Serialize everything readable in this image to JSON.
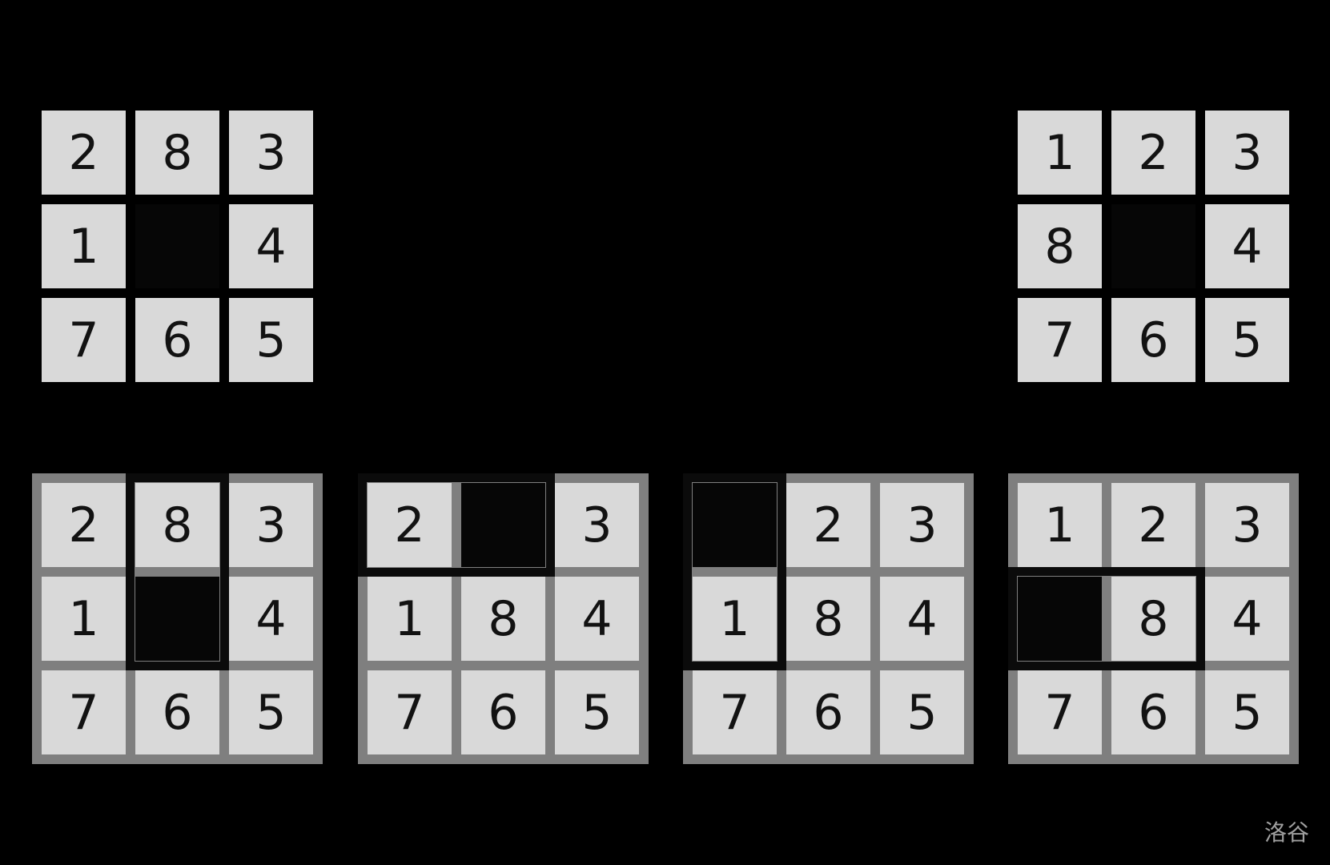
{
  "colors": {
    "background": "#000000",
    "tile": "#d9d9d9",
    "tile_text": "#121212",
    "panel": "#7f7f7f",
    "blank_tile": "#060606",
    "highlight_border": "#0b0b0b",
    "watermark_text": "#a0a0a0"
  },
  "top_row": {
    "initial": {
      "rows": [
        [
          "2",
          "8",
          "3"
        ],
        [
          "1",
          "",
          "4"
        ],
        [
          "7",
          "6",
          "5"
        ]
      ]
    },
    "goal": {
      "rows": [
        [
          "1",
          "2",
          "3"
        ],
        [
          "8",
          "",
          "4"
        ],
        [
          "7",
          "6",
          "5"
        ]
      ]
    }
  },
  "bottom_row": {
    "states": [
      {
        "rows": [
          [
            "2",
            "8",
            "3"
          ],
          [
            "1",
            "",
            "4"
          ],
          [
            "7",
            "6",
            "5"
          ]
        ],
        "highlight_cells": [
          [
            0,
            1
          ],
          [
            1,
            1
          ]
        ]
      },
      {
        "rows": [
          [
            "2",
            "",
            "3"
          ],
          [
            "1",
            "8",
            "4"
          ],
          [
            "7",
            "6",
            "5"
          ]
        ],
        "highlight_cells": [
          [
            0,
            0
          ],
          [
            0,
            1
          ]
        ]
      },
      {
        "rows": [
          [
            "",
            "2",
            "3"
          ],
          [
            "1",
            "8",
            "4"
          ],
          [
            "7",
            "6",
            "5"
          ]
        ],
        "highlight_cells": [
          [
            0,
            0
          ],
          [
            1,
            0
          ]
        ]
      },
      {
        "rows": [
          [
            "1",
            "2",
            "3"
          ],
          [
            "",
            "8",
            "4"
          ],
          [
            "7",
            "6",
            "5"
          ]
        ],
        "highlight_cells": [
          [
            1,
            0
          ],
          [
            1,
            1
          ]
        ]
      }
    ]
  },
  "watermark": "洛谷"
}
